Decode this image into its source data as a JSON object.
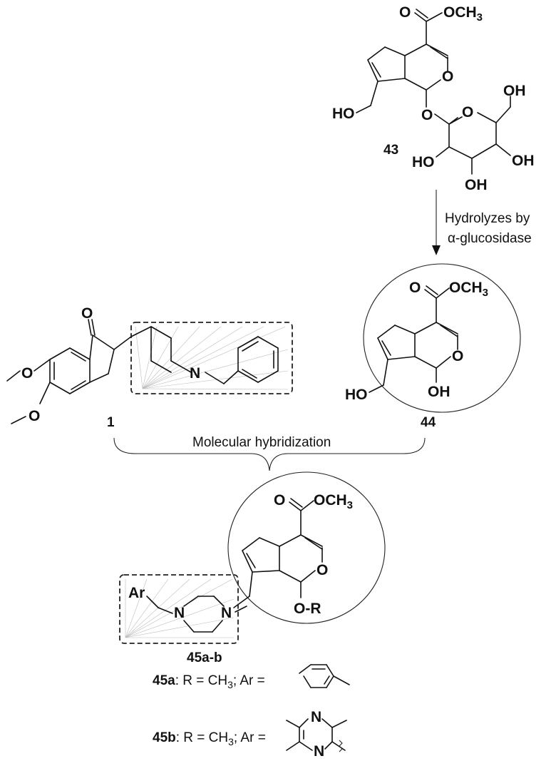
{
  "compounds": {
    "c43": "43",
    "c44": "44",
    "c1": "1",
    "c45ab": "45a-b"
  },
  "atoms": {
    "carbonyl_o": "O",
    "ring_o": "O",
    "methyl_ester": "OCH",
    "methyl_sub": "3",
    "hydroxyl_left": "HO",
    "hydroxyl_right": "OH",
    "nitrogen": "N",
    "aryl": "Ar",
    "oxy_r": "O-R",
    "methoxy": "O"
  },
  "arrow_label": {
    "line1": "Hydrolyzes by",
    "line2_symbol": "α",
    "line2_rest": "-glucosidase"
  },
  "brace_label": "Molecular  hybridization",
  "legend": {
    "a_id": "45a",
    "a_text_pre": ": R = CH",
    "a_sub": "3",
    "a_text_post": "; Ar =",
    "b_id": "45b",
    "b_text_pre": ": R = CH",
    "b_sub": "3",
    "b_text_post": "; Ar ="
  }
}
